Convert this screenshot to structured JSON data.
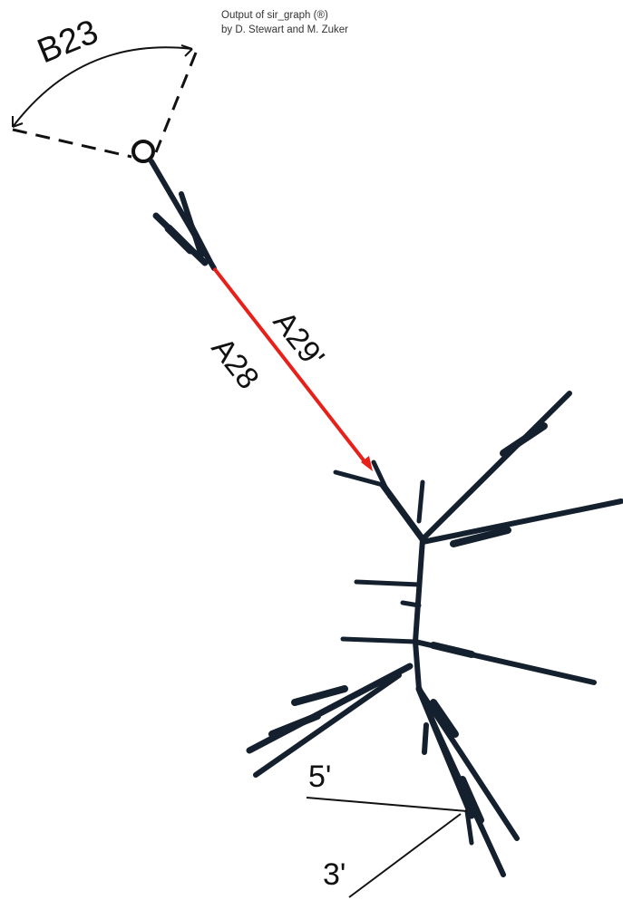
{
  "credit": {
    "line1": "Output of sir_graph (®)",
    "line2": "by D. Stewart and M. Zuker"
  },
  "labels": {
    "junction": "B23",
    "helix_top": "A29'",
    "helix_bottom": "A28",
    "five_prime": "5'",
    "three_prime": "3'"
  },
  "colors": {
    "structure": "#15202e",
    "highlight": "#e8201a",
    "annotation": "#111111"
  }
}
